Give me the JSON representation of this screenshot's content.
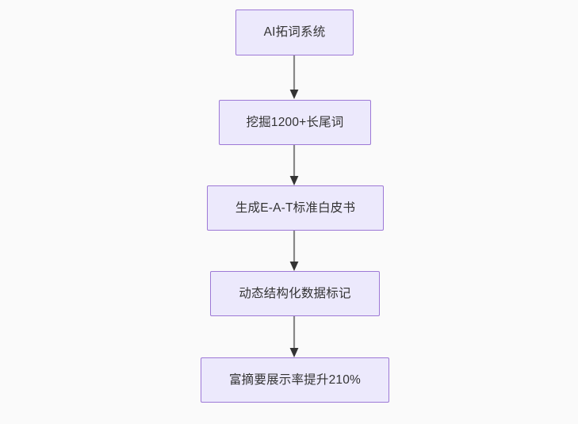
{
  "diagram": {
    "type": "flowchart",
    "direction": "top-to-bottom",
    "background_color": "#fafafa",
    "node_fill_color": "#ece9fc",
    "node_border_color": "#9d78d6",
    "node_text_color": "#333333",
    "edge_line_color": "#888888",
    "edge_arrow_color": "#333333",
    "nodes": [
      {
        "id": "n1",
        "label": "AI拓词系统"
      },
      {
        "id": "n2",
        "label": "挖掘1200+长尾词"
      },
      {
        "id": "n3",
        "label": "生成E-A-T标准白皮书"
      },
      {
        "id": "n4",
        "label": "动态结构化数据标记"
      },
      {
        "id": "n5",
        "label": "富摘要展示率提升210%"
      }
    ],
    "edges": [
      {
        "id": "e1",
        "from": "n1",
        "to": "n2",
        "label": ""
      },
      {
        "id": "e2",
        "from": "n2",
        "to": "n3",
        "label": ""
      },
      {
        "id": "e3",
        "from": "n3",
        "to": "n4",
        "label": ""
      },
      {
        "id": "e4",
        "from": "n4",
        "to": "n5",
        "label": ""
      }
    ]
  }
}
